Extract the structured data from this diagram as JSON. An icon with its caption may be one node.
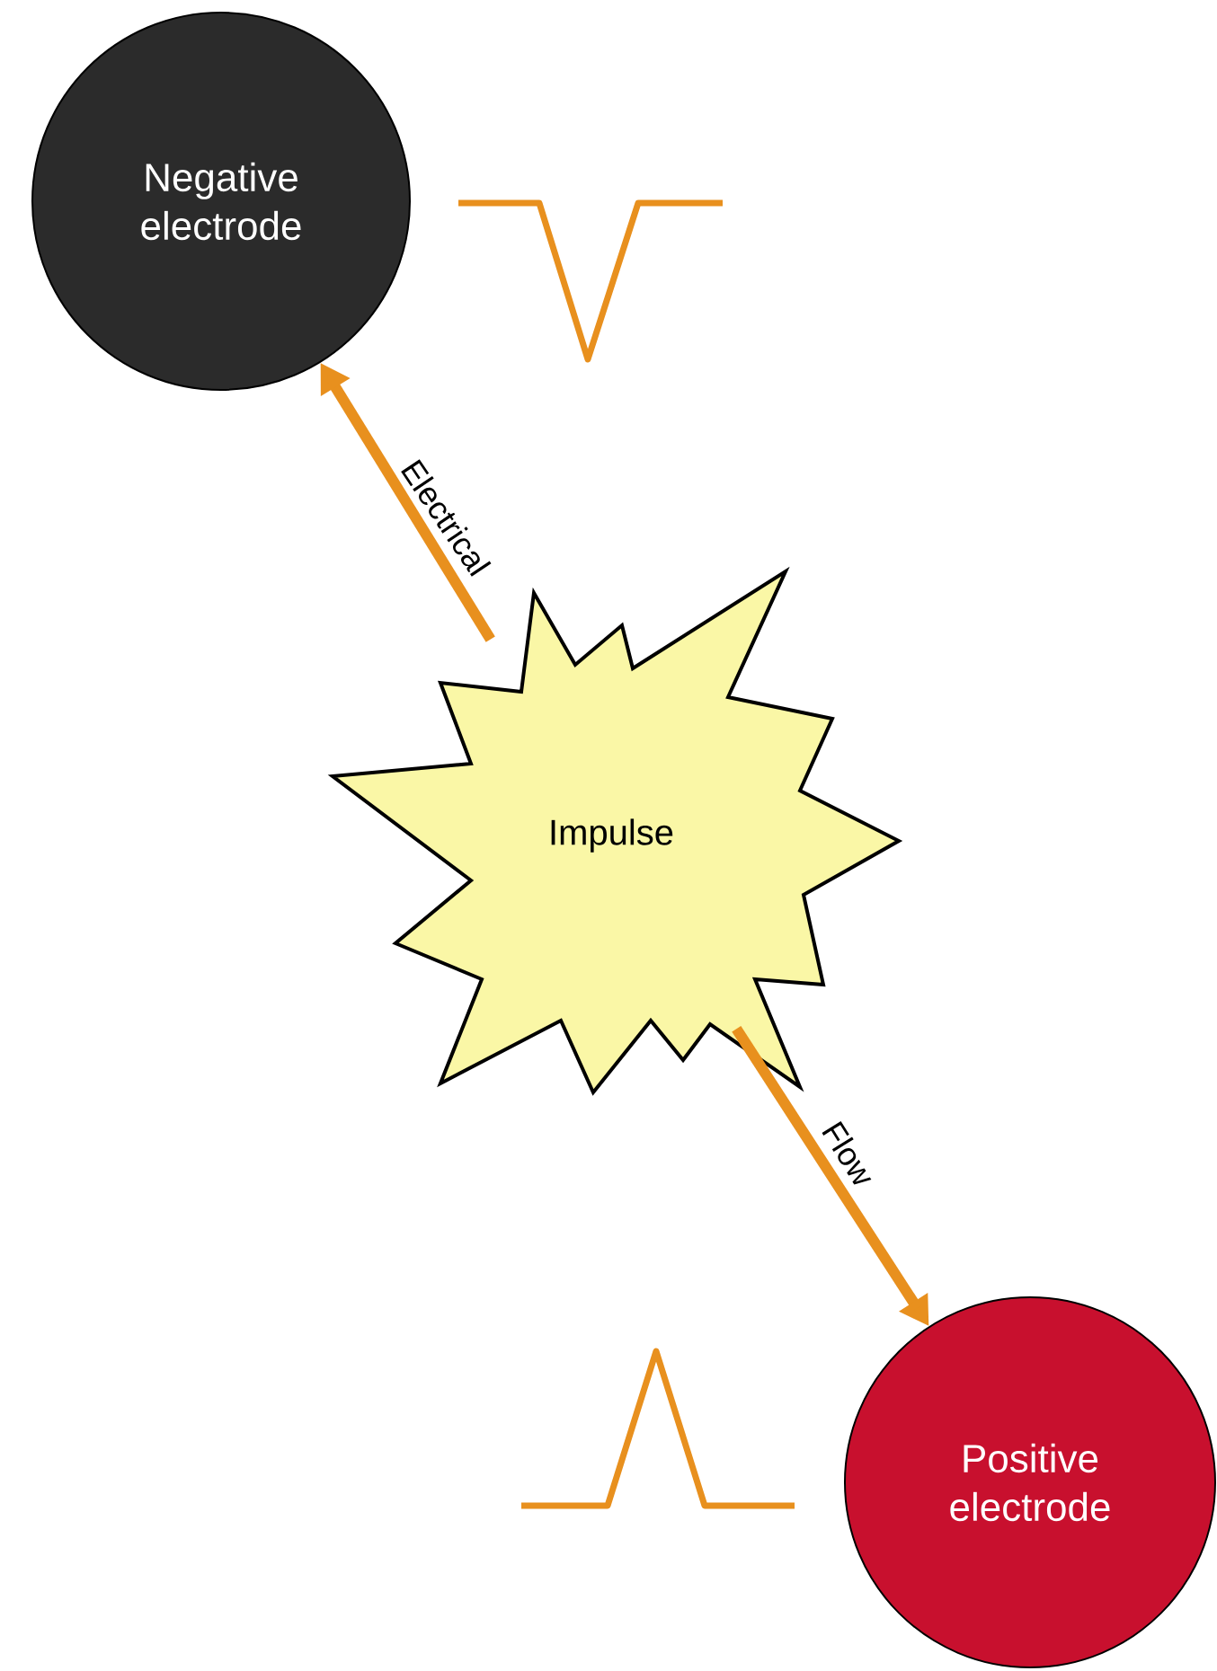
{
  "diagram": {
    "nodes": [
      {
        "text": [
          "Negative electrode"
        ]
      },
      {
        "text": [
          "Impulse"
        ]
      },
      {
        "text": [
          "Positive electrode"
        ]
      }
    ],
    "edges": [
      {
        "from": 1,
        "to": 0,
        "arrow": "to",
        "label": "Electrical"
      },
      {
        "from": 1,
        "to": 2,
        "arrow": "to",
        "label": "Flow"
      }
    ]
  }
}
